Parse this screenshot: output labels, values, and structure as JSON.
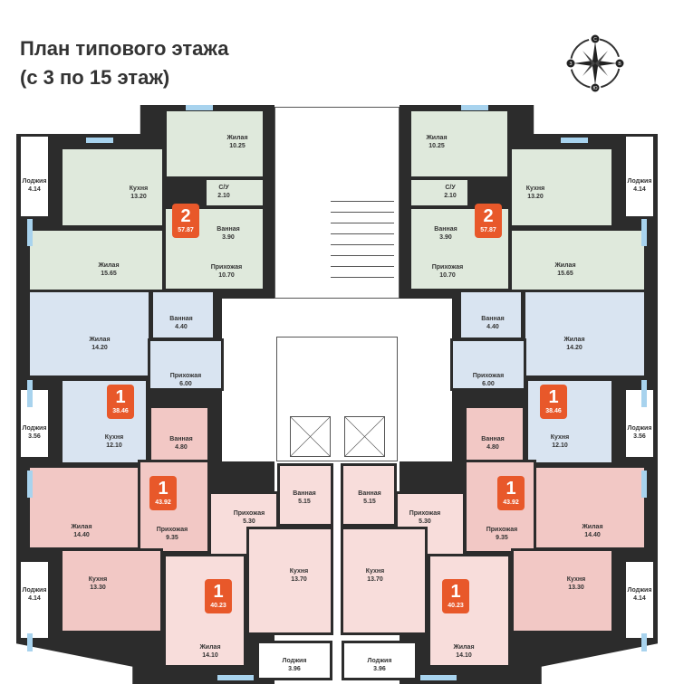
{
  "header": {
    "title_line1": "План типового этажа",
    "title_line2": "(с 3 по 15 этаж)"
  },
  "compass": {
    "north": "С",
    "east": "В",
    "south": "Ю",
    "west": "З"
  },
  "colors": {
    "badge": "#e8582a",
    "wall": "#2c2c2c",
    "window": "#a8d3ee"
  },
  "apartments": [
    {
      "rooms": "2",
      "area": "57.87",
      "color": "#dfe9dc",
      "spaces": [
        {
          "name": "Лоджия",
          "area": "4.14"
        },
        {
          "name": "Кухня",
          "area": "13.20"
        },
        {
          "name": "Жилая",
          "area": "10.25"
        },
        {
          "name": "С/У",
          "area": "2.10"
        },
        {
          "name": "Ванная",
          "area": "3.90"
        },
        {
          "name": "Жилая",
          "area": "15.65"
        },
        {
          "name": "Прихожая",
          "area": "10.70"
        }
      ]
    },
    {
      "rooms": "1",
      "area": "38.46",
      "color": "#d9e4f1",
      "spaces": [
        {
          "name": "Жилая",
          "area": "14.20"
        },
        {
          "name": "Ванная",
          "area": "4.40"
        },
        {
          "name": "Прихожая",
          "area": "6.00"
        },
        {
          "name": "Кухня",
          "area": "12.10"
        },
        {
          "name": "Лоджия",
          "area": "3.56"
        }
      ]
    },
    {
      "rooms": "1",
      "area": "43.92",
      "color": "#f2c8c5",
      "spaces": [
        {
          "name": "Ванная",
          "area": "4.80"
        },
        {
          "name": "Жилая",
          "area": "14.40"
        },
        {
          "name": "Прихожая",
          "area": "9.35"
        },
        {
          "name": "Кухня",
          "area": "13.30"
        },
        {
          "name": "Лоджия",
          "area": "4.14"
        }
      ]
    },
    {
      "rooms": "1",
      "area": "40.23",
      "color": "#f8dddb",
      "spaces": [
        {
          "name": "Прихожая",
          "area": "5.30"
        },
        {
          "name": "Ванная",
          "area": "5.15"
        },
        {
          "name": "Кухня",
          "area": "13.70"
        },
        {
          "name": "Жилая",
          "area": "14.10"
        },
        {
          "name": "Лоджия",
          "area": "3.96"
        }
      ]
    }
  ]
}
